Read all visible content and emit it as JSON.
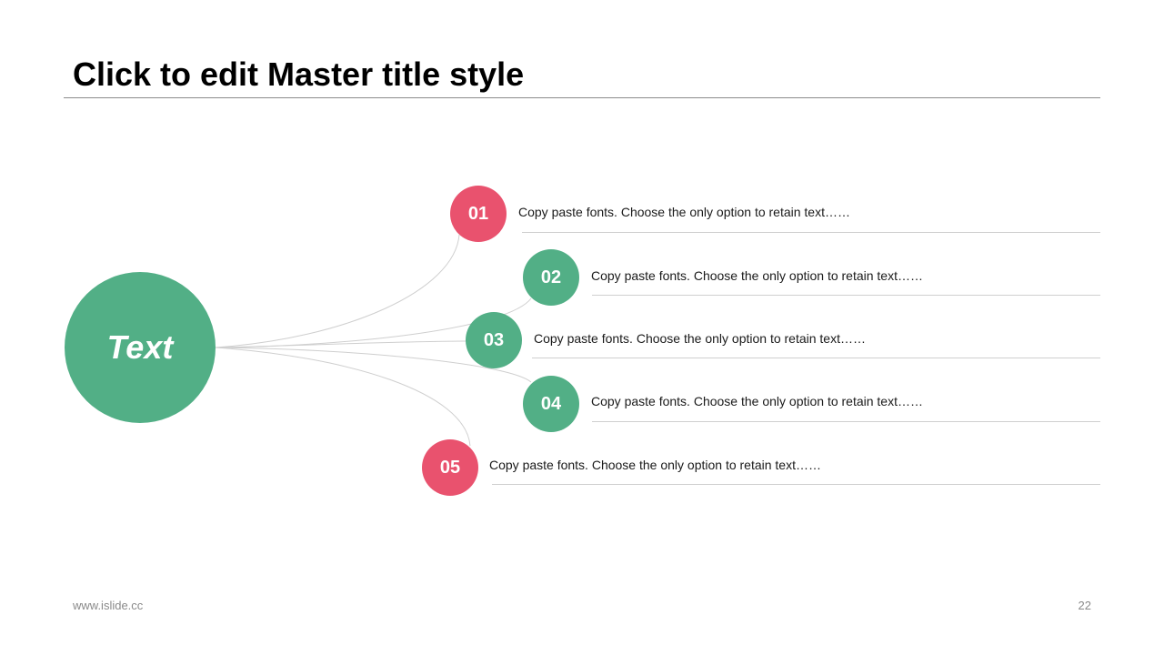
{
  "slide": {
    "title": "Click to edit Master title style",
    "footer_url": "www.islide.cc",
    "page_number": "22"
  },
  "diagram": {
    "center_label": "Text",
    "colors": {
      "green": "#52af86",
      "red": "#e9526e",
      "connector": "#cfcfcf"
    },
    "items": [
      {
        "number": "01",
        "color": "red",
        "text": "Copy paste fonts. Choose the only option to retain text……"
      },
      {
        "number": "02",
        "color": "green",
        "text": "Copy paste fonts. Choose the only option to retain text……"
      },
      {
        "number": "03",
        "color": "green",
        "text": "Copy paste fonts. Choose the only option to retain text……"
      },
      {
        "number": "04",
        "color": "green",
        "text": "Copy paste fonts. Choose the only option to retain text……"
      },
      {
        "number": "05",
        "color": "red",
        "text": "Copy paste fonts. Choose the only option to retain text……"
      }
    ]
  }
}
